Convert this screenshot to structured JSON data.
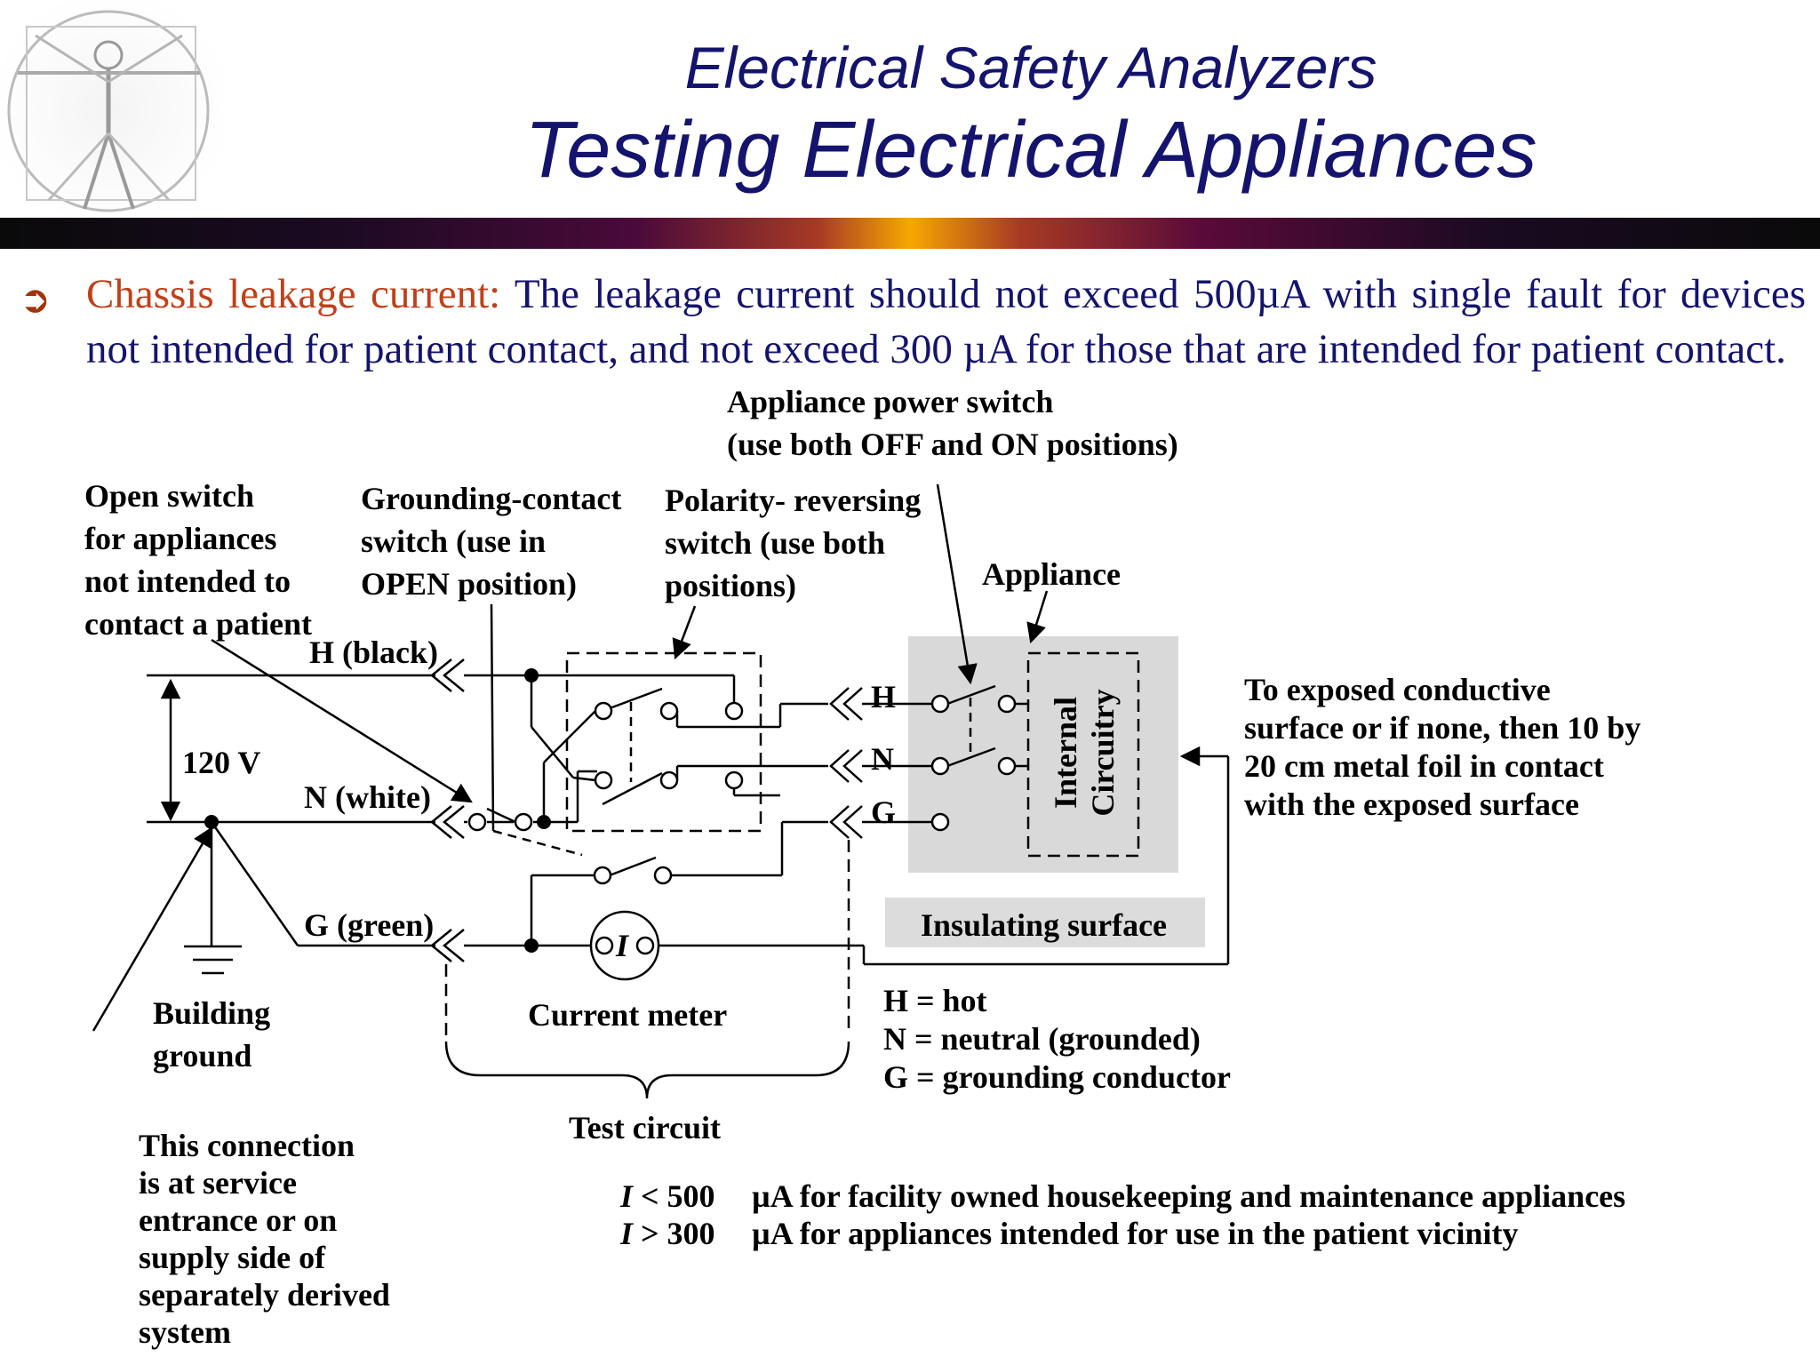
{
  "header": {
    "title_line1": "Electrical Safety Analyzers",
    "title_line2": "Testing Electrical Appliances",
    "logo_icon": "vitruvian-man-logo-icon"
  },
  "bullet": {
    "icon": "arrow-bullet-icon",
    "term": "Chassis leakage current:",
    "text": " The leakage current should not exceed 500µA with single fault for devices not intended for patient contact, and not exceed 300 µA for those that are intended for patient contact."
  },
  "diagram": {
    "appliance_switch_label": [
      "Appliance power switch",
      "(use both OFF and ON positions)"
    ],
    "open_switch_label": [
      "Open switch",
      "for appliances",
      "not intended to",
      "contact a patient"
    ],
    "grounding_contact_label": [
      "Grounding-contact",
      "switch (use in",
      "OPEN position)"
    ],
    "polarity_label": [
      "Polarity- reversing",
      "switch (use both",
      "positions)"
    ],
    "appliance_label": "Appliance",
    "internal_circuitry": [
      "Internal",
      "Circuitry"
    ],
    "h_black": "H (black)",
    "n_white": "N (white)",
    "g_green": "G (green)",
    "voltage": "120 V",
    "plug_h": "H",
    "plug_n": "N",
    "plug_g": "G",
    "exposed_label": [
      "To exposed conductive",
      "surface or if none, then 10 by",
      "20 cm metal foil in contact",
      "with the exposed surface"
    ],
    "insulating_surface": "Insulating surface",
    "meter_symbol": "I",
    "current_meter": "Current meter",
    "building_ground": [
      "Building",
      "ground"
    ],
    "legend": [
      "H = hot",
      "N = neutral (grounded)",
      "G = grounding conductor"
    ],
    "test_circuit": "Test circuit",
    "connection_note": [
      "This connection",
      "is at service",
      "entrance or on",
      "supply side of",
      "separately derived",
      "system"
    ],
    "limits": [
      {
        "sym": "I",
        "op": " < 500",
        "text": "µA for facility owned housekeeping and maintenance appliances"
      },
      {
        "sym": "I",
        "op": " > 300",
        "text": "µA for appliances intended for use in the patient vicinity"
      }
    ]
  },
  "colors": {
    "title": "#14146e",
    "term": "#c0401a",
    "appliance_box": "#d9d9d9",
    "insulating_box": "#dcdcdc"
  }
}
